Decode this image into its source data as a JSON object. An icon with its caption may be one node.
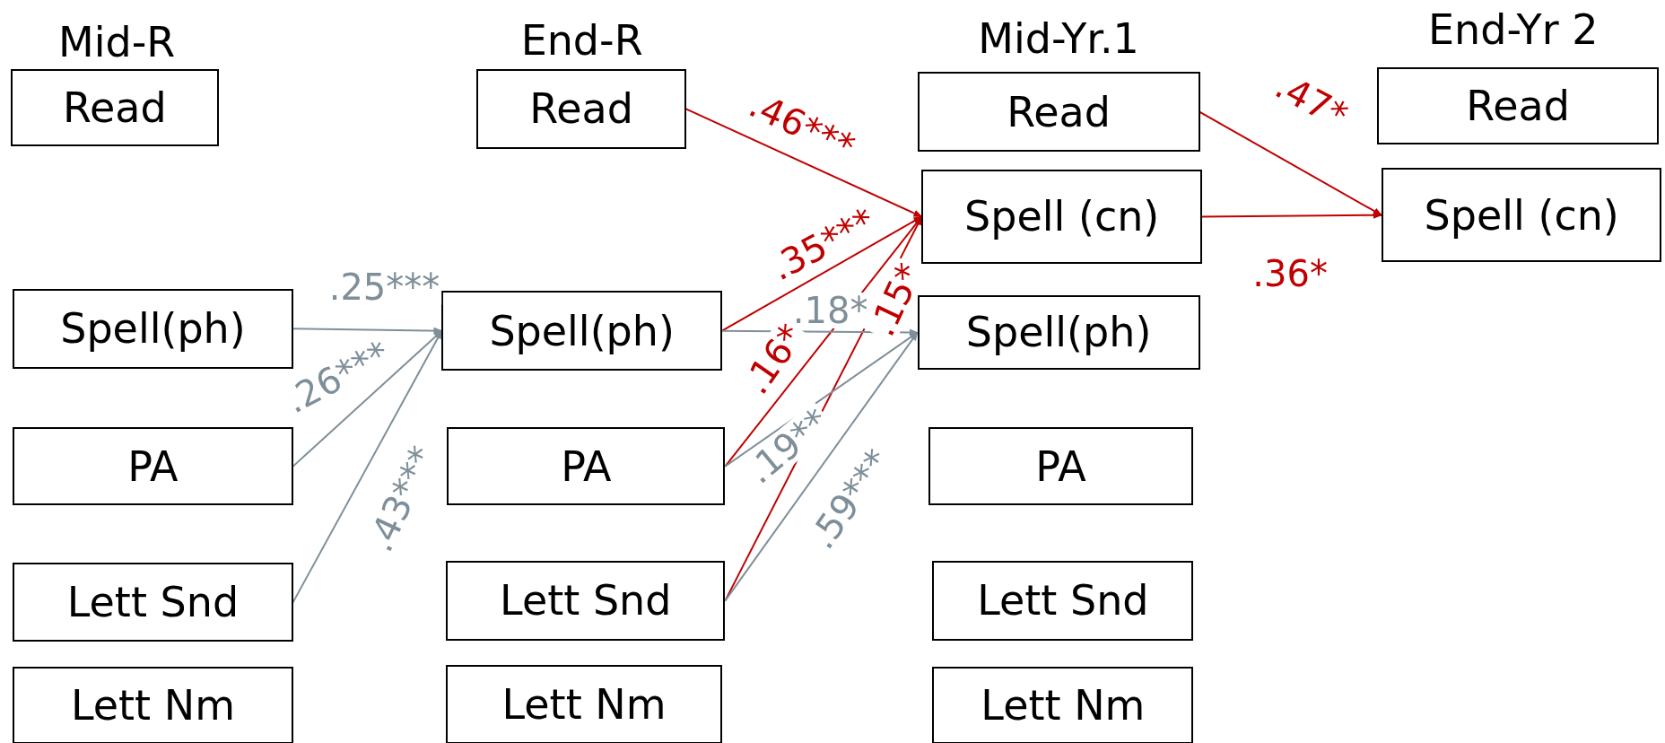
{
  "diagram": {
    "nodes": [
      {
        "text": [
          "Read"
        ]
      },
      {
        "text": [
          "Spell(ph)"
        ]
      },
      {
        "text": [
          "PA"
        ]
      },
      {
        "text": [
          "Lett Snd"
        ]
      },
      {
        "text": [
          "Lett Nm"
        ]
      },
      {
        "text": [
          "Read"
        ]
      },
      {
        "text": [
          "Spell(ph)"
        ]
      },
      {
        "text": [
          "PA"
        ]
      },
      {
        "text": [
          "Lett Snd"
        ]
      },
      {
        "text": [
          "Lett Nm"
        ]
      },
      {
        "text": [
          "Read"
        ]
      },
      {
        "text": [
          "Spell (cn)"
        ]
      },
      {
        "text": [
          "Spell(ph)"
        ]
      },
      {
        "text": [
          "PA"
        ]
      },
      {
        "text": [
          "Lett Snd"
        ]
      },
      {
        "text": [
          "Lett Nm"
        ]
      },
      {
        "text": [
          "Read"
        ]
      },
      {
        "text": [
          "Spell (cn)"
        ]
      }
    ],
    "edges": [
      {
        "from": 1,
        "to": 6,
        "arrow": "to",
        "label": ".25***"
      },
      {
        "from": 2,
        "to": 6,
        "arrow": "to",
        "label": ".26***"
      },
      {
        "from": 3,
        "to": 6,
        "arrow": "to",
        "label": ".43***"
      },
      {
        "from": 5,
        "to": 11,
        "arrow": "to",
        "label": ".46***",
        "color": "#c00000"
      },
      {
        "from": 6,
        "to": 11,
        "arrow": "to",
        "label": ".35***",
        "color": "#c00000"
      },
      {
        "from": 7,
        "to": 11,
        "arrow": "to",
        "label": ".16*",
        "color": "#c00000"
      },
      {
        "from": 8,
        "to": 11,
        "arrow": "to",
        "label": ".15*",
        "color": "#c00000"
      },
      {
        "from": 6,
        "to": 12,
        "arrow": "to",
        "label": ".18*"
      },
      {
        "from": 7,
        "to": 12,
        "arrow": "to",
        "label": ".19**"
      },
      {
        "from": 8,
        "to": 12,
        "arrow": "to",
        "label": ".59***"
      },
      {
        "from": 10,
        "to": 17,
        "arrow": "to",
        "label": ".47*",
        "color": "#c00000"
      },
      {
        "from": 11,
        "to": 17,
        "arrow": "to",
        "label": ".36*",
        "color": "#c00000"
      }
    ],
    "labels": [
      "Mid-R",
      "End-R",
      "Mid-Yr.1",
      "End-Yr 2"
    ]
  }
}
